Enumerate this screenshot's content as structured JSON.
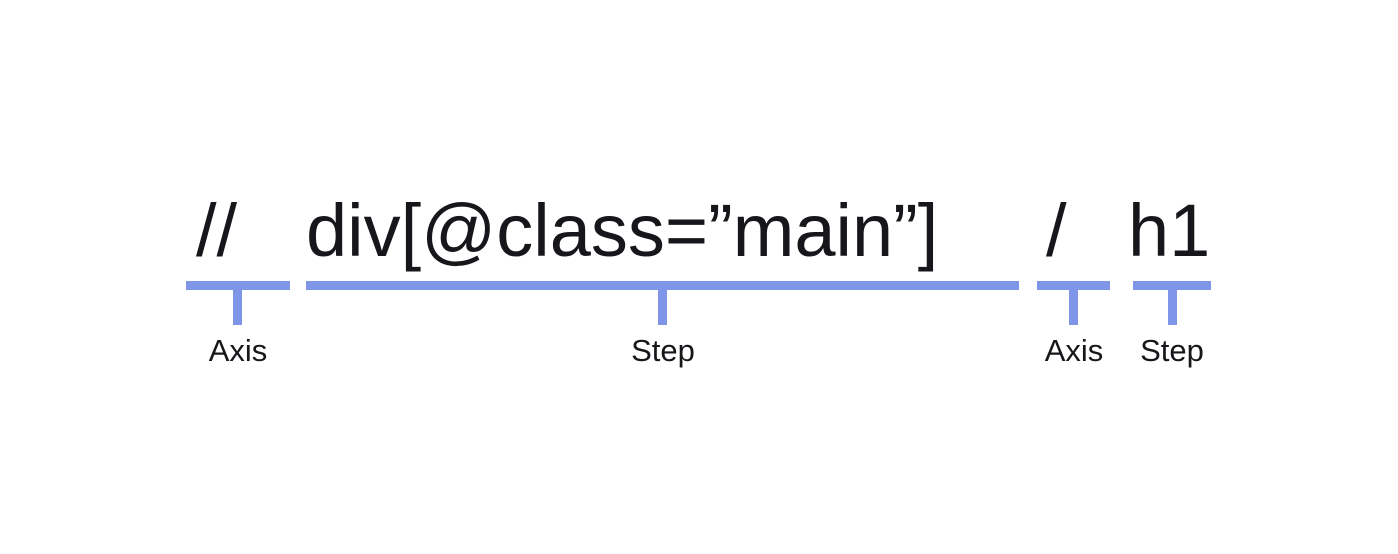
{
  "diagram": {
    "title_expression": "//div[@class=\"main\"]/h1",
    "accent_color": "#7e95e8",
    "text_color": "#17171b",
    "background_color": "#ffffff",
    "tokens": [
      {
        "id": "axis-1",
        "text": "//",
        "kind": "axis"
      },
      {
        "id": "step-1",
        "text": "div[@class=”main”]",
        "kind": "step"
      },
      {
        "id": "axis-2",
        "text": "/",
        "kind": "axis"
      },
      {
        "id": "step-2",
        "text": "h1",
        "kind": "step"
      }
    ],
    "annotations": [
      {
        "id": "axis-1",
        "label": "Axis"
      },
      {
        "id": "step-1",
        "label": "Step"
      },
      {
        "id": "axis-2",
        "label": "Axis"
      },
      {
        "id": "step-2",
        "label": "Step"
      }
    ]
  }
}
